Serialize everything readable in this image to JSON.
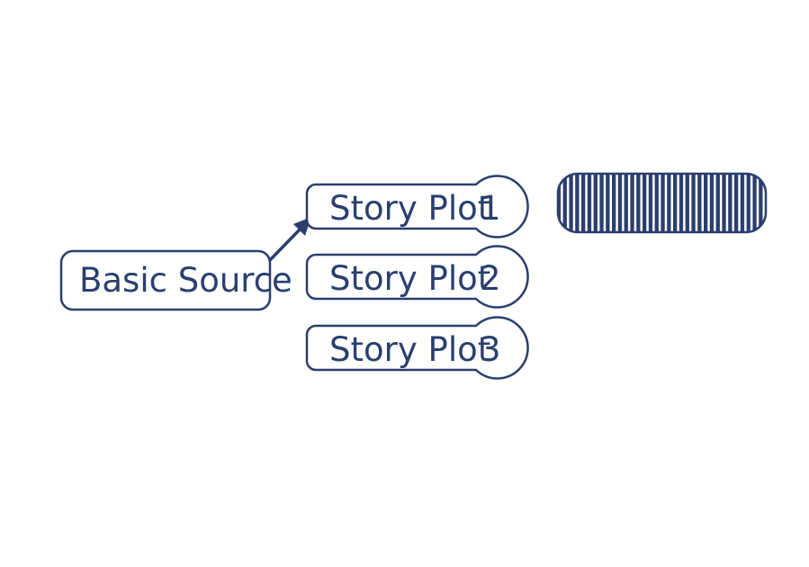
{
  "colors": {
    "ink": "#2a3f6e",
    "background": "#ffffff"
  },
  "source": {
    "label": "Basic Source"
  },
  "plots": [
    {
      "label": "Story Plot",
      "number": "1"
    },
    {
      "label": "Story Plot",
      "number": "2"
    },
    {
      "label": "Story Plot",
      "number": "3"
    }
  ],
  "striped_bar": {
    "icon": "striped-progress-bar"
  }
}
